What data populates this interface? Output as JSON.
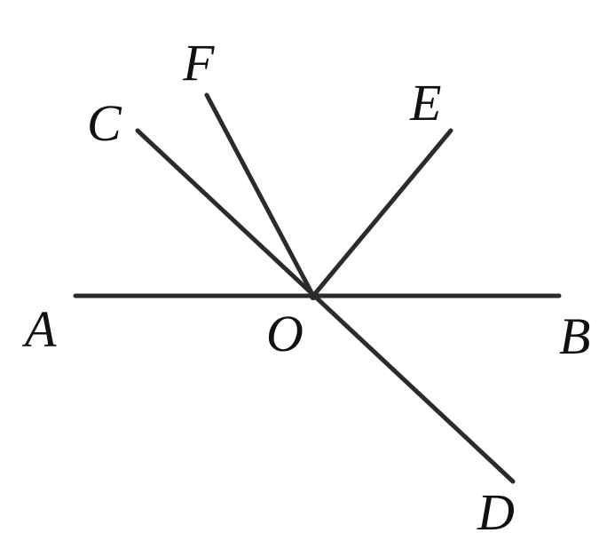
{
  "diagram": {
    "points": {
      "A": "A",
      "B": "B",
      "C": "C",
      "D": "D",
      "E": "E",
      "F": "F",
      "O": "O"
    },
    "segments": [
      [
        "A",
        "B"
      ],
      [
        "C",
        "D"
      ],
      [
        "O",
        "E"
      ],
      [
        "O",
        "F"
      ]
    ],
    "colors": {
      "line": "#2b2b2b",
      "text": "#111111",
      "background": "#ffffff"
    }
  }
}
